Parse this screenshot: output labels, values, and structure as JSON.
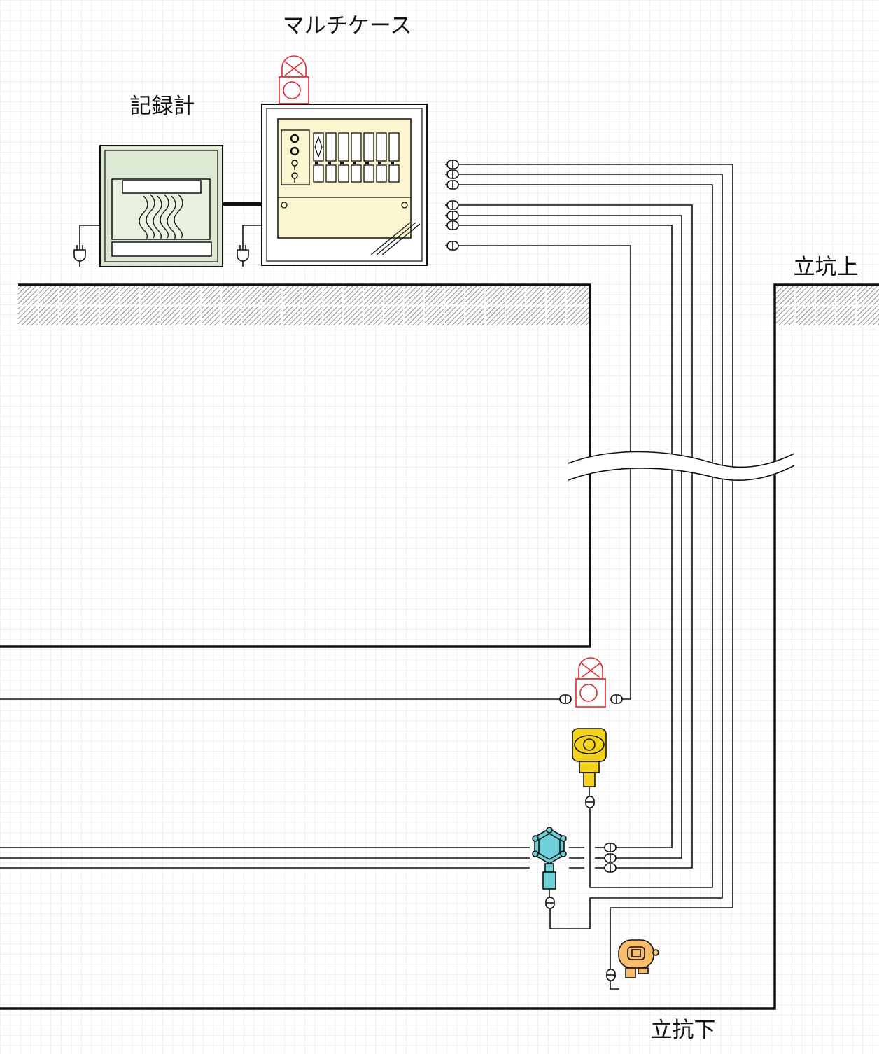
{
  "labels": {
    "multicase": "マルチケース",
    "recorder": "記録計",
    "shaft_top": "立坑上",
    "shaft_bottom": "立抗下"
  },
  "colors": {
    "grid": "#e6e6e6",
    "line": "#111111",
    "recorder_fill": "#dde9d2",
    "panel_fill": "#fbf6cf",
    "alarm": "#e8262a",
    "sensor_yellow": "#f2d21b",
    "sensor_cyan": "#6fd0d8",
    "sensor_orange": "#f7bd6c",
    "hatch": "#9a9a9a"
  },
  "icons": {
    "power_plug": "plug-icon",
    "rotating_light": "rotating-light-icon",
    "connector": "cable-connector-icon",
    "cable_break": "break-mark-icon"
  }
}
